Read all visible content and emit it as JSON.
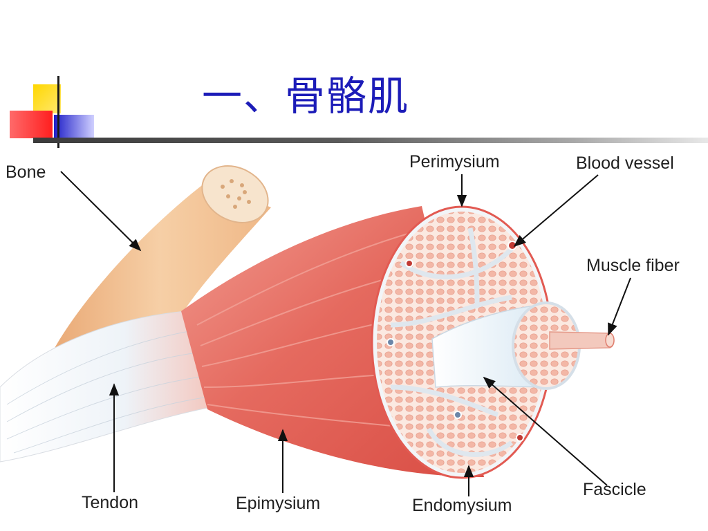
{
  "slide": {
    "title": "一、骨骼肌"
  },
  "colors": {
    "title": "#1c1cb8",
    "muscle": "#e46a62",
    "bone": "#f0bf93",
    "tendon": "#f2f5f8",
    "fascicle_fill": "#f7d9cc",
    "accent_yellow": "#ffd200",
    "accent_red": "#ff2a2a",
    "accent_blue": "#2323c8"
  },
  "diagram": {
    "labels": {
      "bone": "Bone",
      "perimysium": "Perimysium",
      "blood_vessel": "Blood vessel",
      "muscle_fiber": "Muscle fiber",
      "tendon": "Tendon",
      "epimysium": "Epimysium",
      "endomysium": "Endomysium",
      "fascicle": "Fascicle"
    }
  }
}
